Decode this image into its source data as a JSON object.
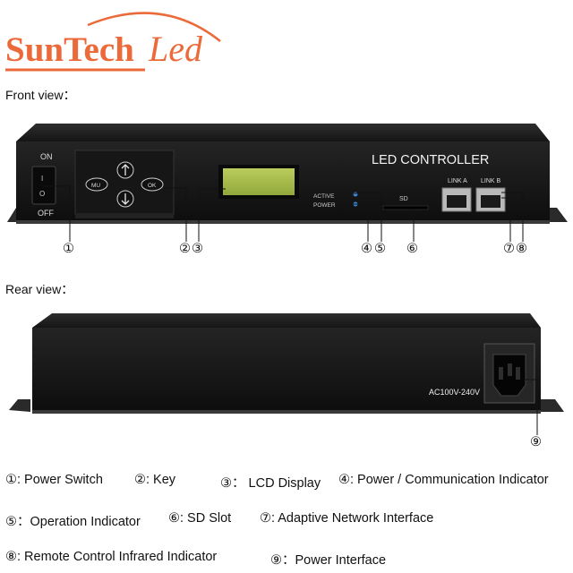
{
  "logo": {
    "part1": "SunTech",
    "part2": "Led"
  },
  "views": {
    "front": "Front view：",
    "rear": "Rear view："
  },
  "front_panel": {
    "title": "LED CONTROLLER",
    "switch_on": "ON",
    "switch_off": "OFF",
    "switch_mark_i": "I",
    "switch_mark_o": "O",
    "btn_menu": "MU",
    "btn_ok": "OK",
    "active": "ACTIVE",
    "power": "POWER",
    "sd": "SD",
    "link_a": "LINK A",
    "link_b": "LINK B"
  },
  "rear_panel": {
    "voltage": "AC100V-240V"
  },
  "callouts": [
    "①",
    "②",
    "③",
    "④",
    "⑤",
    "⑥",
    "⑦",
    "⑧",
    "⑨"
  ],
  "legend": [
    {
      "num": "①",
      "text": ": Power Switch"
    },
    {
      "num": "②",
      "text": ": Key"
    },
    {
      "num": "③",
      "text": "：  LCD Display"
    },
    {
      "num": "④",
      "text": ": Power / Communication Indicator"
    },
    {
      "num": "⑤",
      "text": "：Operation Indicator"
    },
    {
      "num": "⑥",
      "text": ": SD Slot"
    },
    {
      "num": "⑦",
      "text": ": Adaptive Network Interface"
    },
    {
      "num": "⑧",
      "text": ": Remote Control Infrared Indicator"
    },
    {
      "num": "⑨",
      "text": "：Power Interface"
    }
  ],
  "colors": {
    "brand": "#ec6a3a",
    "device": "#1f1f1f",
    "lcd": "#a7bc4c",
    "led_blue": "#3a8ad8"
  }
}
